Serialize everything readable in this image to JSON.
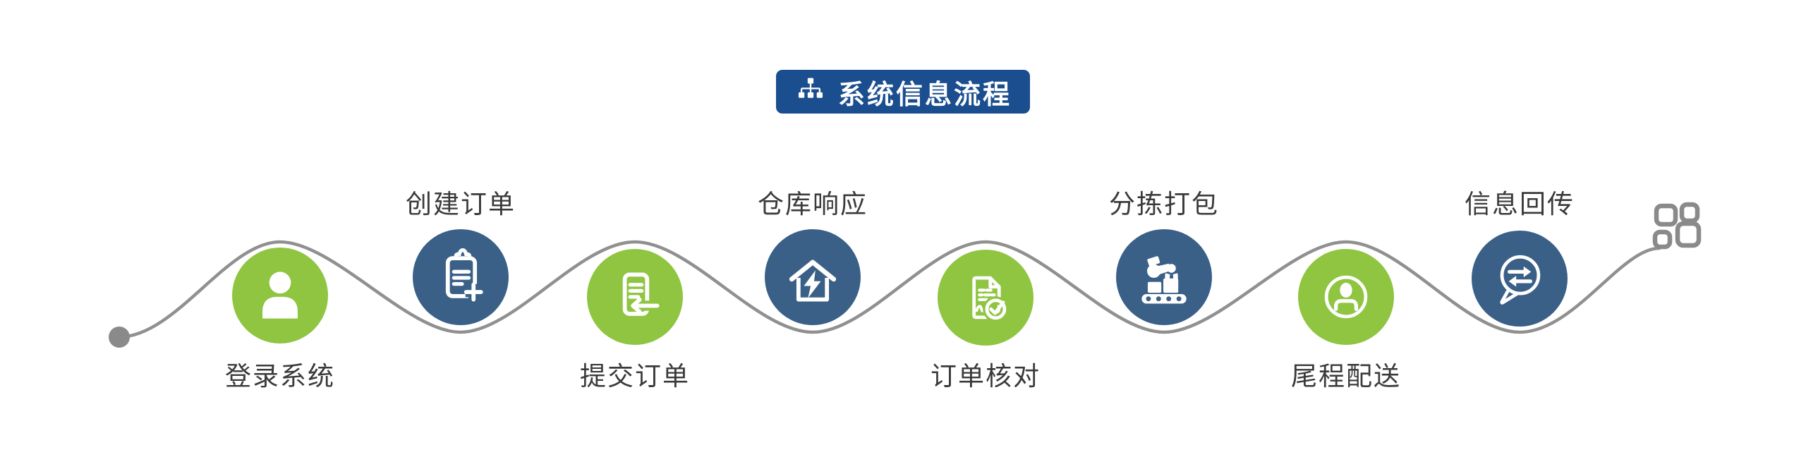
{
  "title": {
    "text": "系统信息流程",
    "icon": "sitemap-icon"
  },
  "steps": [
    {
      "label": "登录系统",
      "icon": "user-icon",
      "color": "green",
      "label_position": "below"
    },
    {
      "label": "创建订单",
      "icon": "clipboard-plus-icon",
      "color": "blue",
      "label_position": "above"
    },
    {
      "label": "提交订单",
      "icon": "document-arrow-left-icon",
      "color": "green",
      "label_position": "below"
    },
    {
      "label": "仓库响应",
      "icon": "warehouse-lightning-icon",
      "color": "blue",
      "label_position": "above"
    },
    {
      "label": "订单核对",
      "icon": "document-check-icon",
      "color": "green",
      "label_position": "below"
    },
    {
      "label": "分拣打包",
      "icon": "robot-arm-icon",
      "color": "blue",
      "label_position": "above"
    },
    {
      "label": "尾程配送",
      "icon": "delivery-person-icon",
      "color": "green",
      "label_position": "below"
    },
    {
      "label": "信息回传",
      "icon": "chat-arrows-icon",
      "color": "blue",
      "label_position": "above"
    }
  ],
  "flow_line": {
    "start_marker": "dot",
    "end_marker": "four-squares"
  },
  "colors": {
    "green": "#8FC541",
    "blue": "#3A6088",
    "badge_blue": "#1B4E8F",
    "line_gray": "#909090",
    "label_text": "#3A3A3A"
  }
}
